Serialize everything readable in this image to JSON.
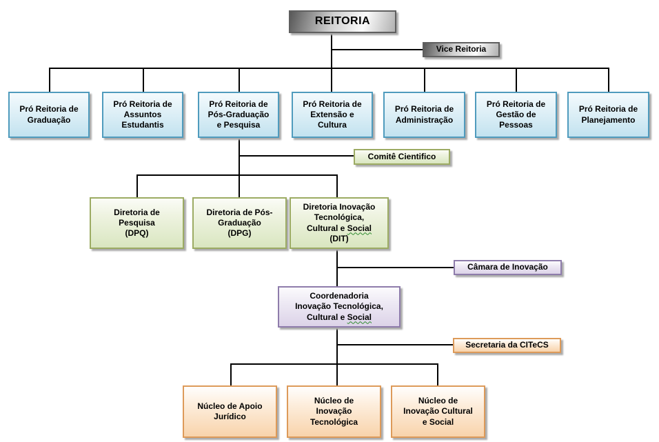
{
  "org_chart": {
    "root": {
      "label": "REITORIA"
    },
    "vice": {
      "label": "Vice Reitoria"
    },
    "pro_reitorias": [
      {
        "label": "Pró Reitoria de\nGraduação"
      },
      {
        "label": "Pró Reitoria de\nAssuntos\nEstudantis"
      },
      {
        "label": "Pró Reitoria de\nPós-Graduação\ne Pesquisa"
      },
      {
        "label": "Pró Reitoria de\nExtensão e\nCultura"
      },
      {
        "label": "Pró Reitoria de\nAdministração"
      },
      {
        "label": "Pró Reitoria de\nGestão de\nPessoas"
      },
      {
        "label": "Pró Reitoria de\nPlanejamento"
      }
    ],
    "comite": {
      "label": "Comitê Cientifico"
    },
    "diretorias": [
      {
        "label": "Diretoria de\nPesquisa\n(DPQ)"
      },
      {
        "label": "Diretoria de Pós-\nGraduação\n(DPG)"
      },
      {
        "text_before": "Diretoria Inovação\nTecnológica,\nCultural e ",
        "squiggle_word": "Social",
        "text_after": "\n(DIT)"
      }
    ],
    "camara": {
      "label": "Câmara de Inovação"
    },
    "coordenadoria": {
      "text_before": "Coordenadoria\nInovação Tecnológica,\nCultural e ",
      "squiggle_word": "Social",
      "text_after": ""
    },
    "secretaria": {
      "label": "Secretaria da CITeCS"
    },
    "nucleos": [
      {
        "label": "Núcleo de Apoio\nJurídico"
      },
      {
        "label": "Núcleo de\nInovação\nTecnológica"
      },
      {
        "label": "Núcleo de\nInovação Cultural\ne Social"
      }
    ],
    "colors": {
      "line": "#000000",
      "blue_border": "#4f9bbd",
      "blue_fill": "#c2e2ef",
      "green_border": "#9cab63",
      "green_fill": "#d9e6c0",
      "purple_border": "#8e7cab",
      "purple_fill": "#dcd3e8",
      "orange_border": "#dd9a59",
      "orange_fill": "#f8d3ab",
      "gray_border": "#5f5f5f",
      "squiggle": "#2e8b2e"
    }
  }
}
